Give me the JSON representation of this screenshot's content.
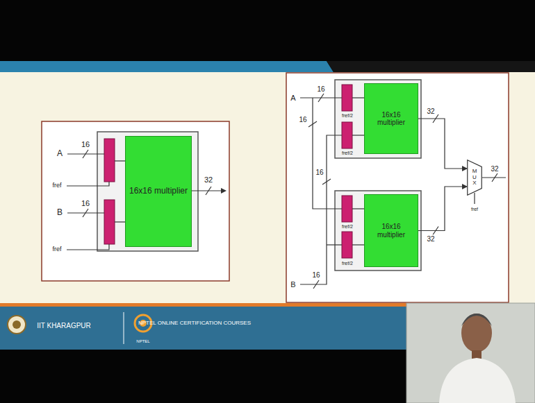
{
  "diagram": {
    "nodes": [
      {
        "text": [
          "16x16 multiplier"
        ]
      },
      {
        "text": [
          "16x16 multiplier"
        ]
      },
      {
        "text": [
          "16x16 multiplier"
        ]
      },
      {
        "text": [
          "MUX"
        ]
      }
    ],
    "edges": [
      {
        "from": 1,
        "to": 3,
        "arrow": "to",
        "label": "32"
      },
      {
        "from": 2,
        "to": 3,
        "arrow": "to",
        "label": "32"
      }
    ],
    "labels": [
      "16",
      "A",
      "fref",
      "16",
      "B",
      "fref",
      "32",
      "A",
      "16",
      "16",
      "fref/2",
      "fref/2",
      "fref/2",
      "fref/2",
      "32",
      "fref",
      "B",
      "16",
      "16",
      "IIT KHARAGPUR",
      "NPTEL ONLINE CERTIFICATION COURSES",
      "NPTEL"
    ]
  }
}
